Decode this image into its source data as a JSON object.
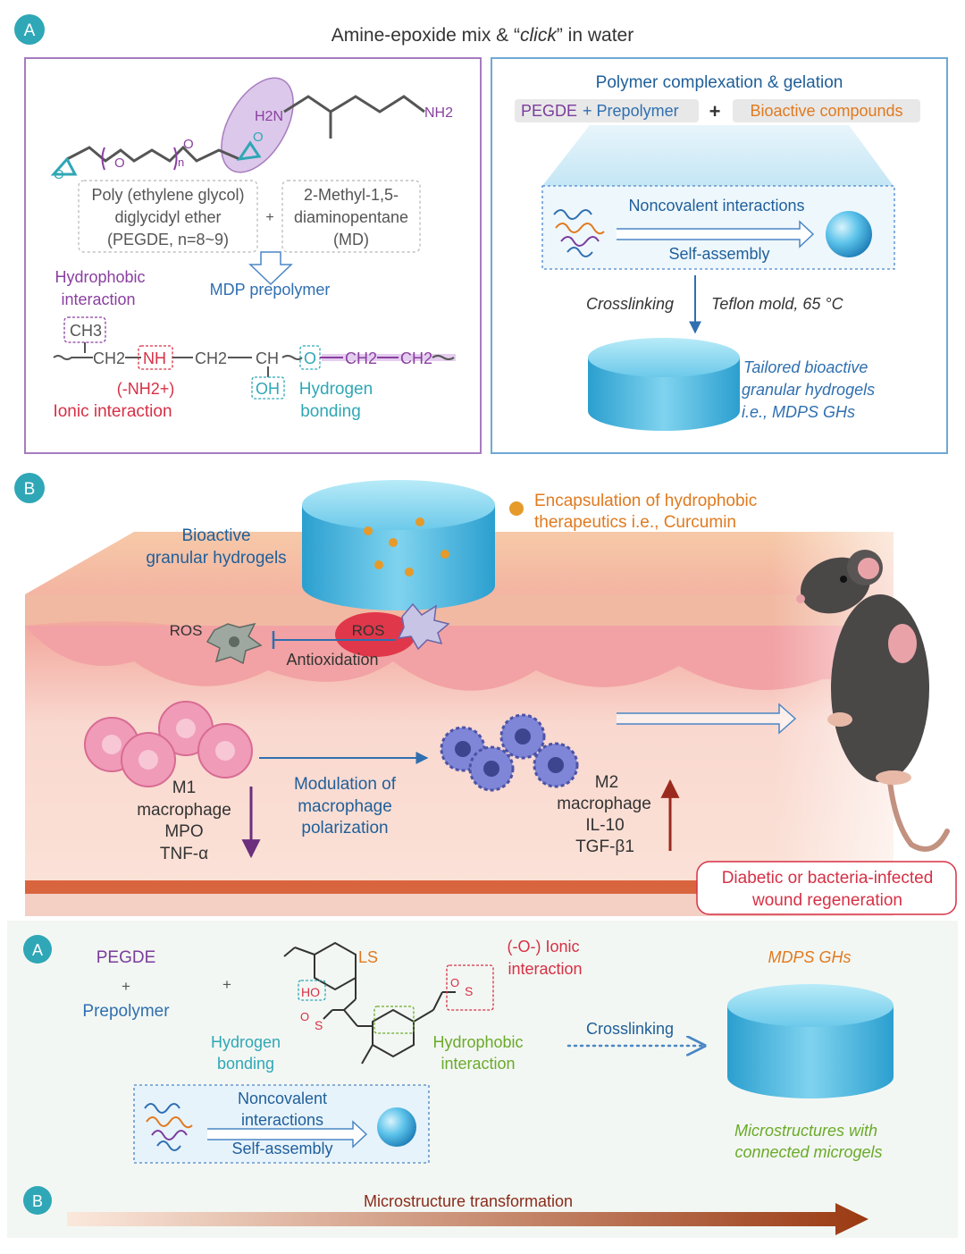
{
  "top": {
    "badge_a": "A",
    "title_pre": "Amine-epoxide mix & “",
    "title_em": "click",
    "title_post": "” in water",
    "left": {
      "h2n": "H2N",
      "nh2": "NH2",
      "o1": "O",
      "o2": "O",
      "o3": "O",
      "o4": "O",
      "n_sub": "n",
      "pegde_box": [
        "Poly (ethylene glycol)",
        "diglycidyl ether",
        "(PEGDE, n=8~9)"
      ],
      "plus": "+",
      "md_box": [
        "2-Methyl-1,5-",
        "diaminopentane",
        "(MD)"
      ],
      "hydrophobic": [
        "Hydrophobic",
        "interaction"
      ],
      "mdp": "MDP prepolymer",
      "ch3": "CH3",
      "ch2a": "CH2",
      "nh": "NH",
      "ch2b": "CH2",
      "ch": "CH",
      "o_chain": "O",
      "ch2c": "CH2",
      "ch2d": "CH2",
      "nh2plus": "(-NH2+)",
      "ionic": "Ionic interaction",
      "oh": "OH",
      "hbond": [
        "Hydrogen",
        "bonding"
      ]
    },
    "right": {
      "title": "Polymer complexation & gelation",
      "pegde": "PEGDE",
      "plus_prepolymer": "+ Prepolymer",
      "bold_plus": "+",
      "bioactive": "Bioactive compounds",
      "noncovalent": "Noncovalent interactions",
      "selfassembly": "Self-assembly",
      "crosslinking": "Crosslinking",
      "teflon": "Teflon mold, 65 °C",
      "tailored": [
        "Tailored bioactive",
        "granular hydrogels",
        "i.e., MDPS GHs"
      ]
    }
  },
  "middle": {
    "badge_b": "B",
    "encapsulation": [
      "Encapsulation of hydrophobic",
      "therapeutics i.e., Curcumin"
    ],
    "bioactive": [
      "Bioactive",
      "granular hydrogels"
    ],
    "ros1": "ROS",
    "ros2": "ROS",
    "antioxidation": "Antioxidation",
    "m1": [
      "M1",
      "macrophage",
      "MPO",
      "TNF-α"
    ],
    "modulation": [
      "Modulation of",
      "macrophage",
      "polarization"
    ],
    "m2": [
      "M2",
      "macrophage",
      "IL-10",
      "TGF-β1"
    ],
    "diabetic": [
      "Diabetic or bacteria-infected",
      "wound regeneration"
    ]
  },
  "bottom": {
    "badge_a": "A",
    "badge_b": "B",
    "pegde": "PEGDE",
    "plus1": "+",
    "prepolymer": "Prepolymer",
    "plus2": "+",
    "ls": "LS",
    "ho": "HO",
    "ionic": [
      "(-O-) Ionic",
      "interaction"
    ],
    "hbond": [
      "Hydrogen",
      "bonding"
    ],
    "hydrophobic": [
      "Hydrophobic",
      "interaction"
    ],
    "crosslinking": "Crosslinking",
    "mdps": "MDPS GHs",
    "noncovalent": [
      "Noncovalent",
      "interactions"
    ],
    "selfassembly": "Self-assembly",
    "micro": [
      "Microstructures with",
      "connected microgels"
    ],
    "transformation": "Microstructure transformation",
    "sulfo_s": "S",
    "sulfo_o": "O"
  },
  "colors": {
    "purple": "#7b3c9c",
    "blue": "#2f6fb0",
    "red": "#d63045",
    "teal": "#2fa7b6",
    "green": "#6aaa2a",
    "orange": "#e07a1f",
    "dark_red": "#8a2b1a"
  }
}
